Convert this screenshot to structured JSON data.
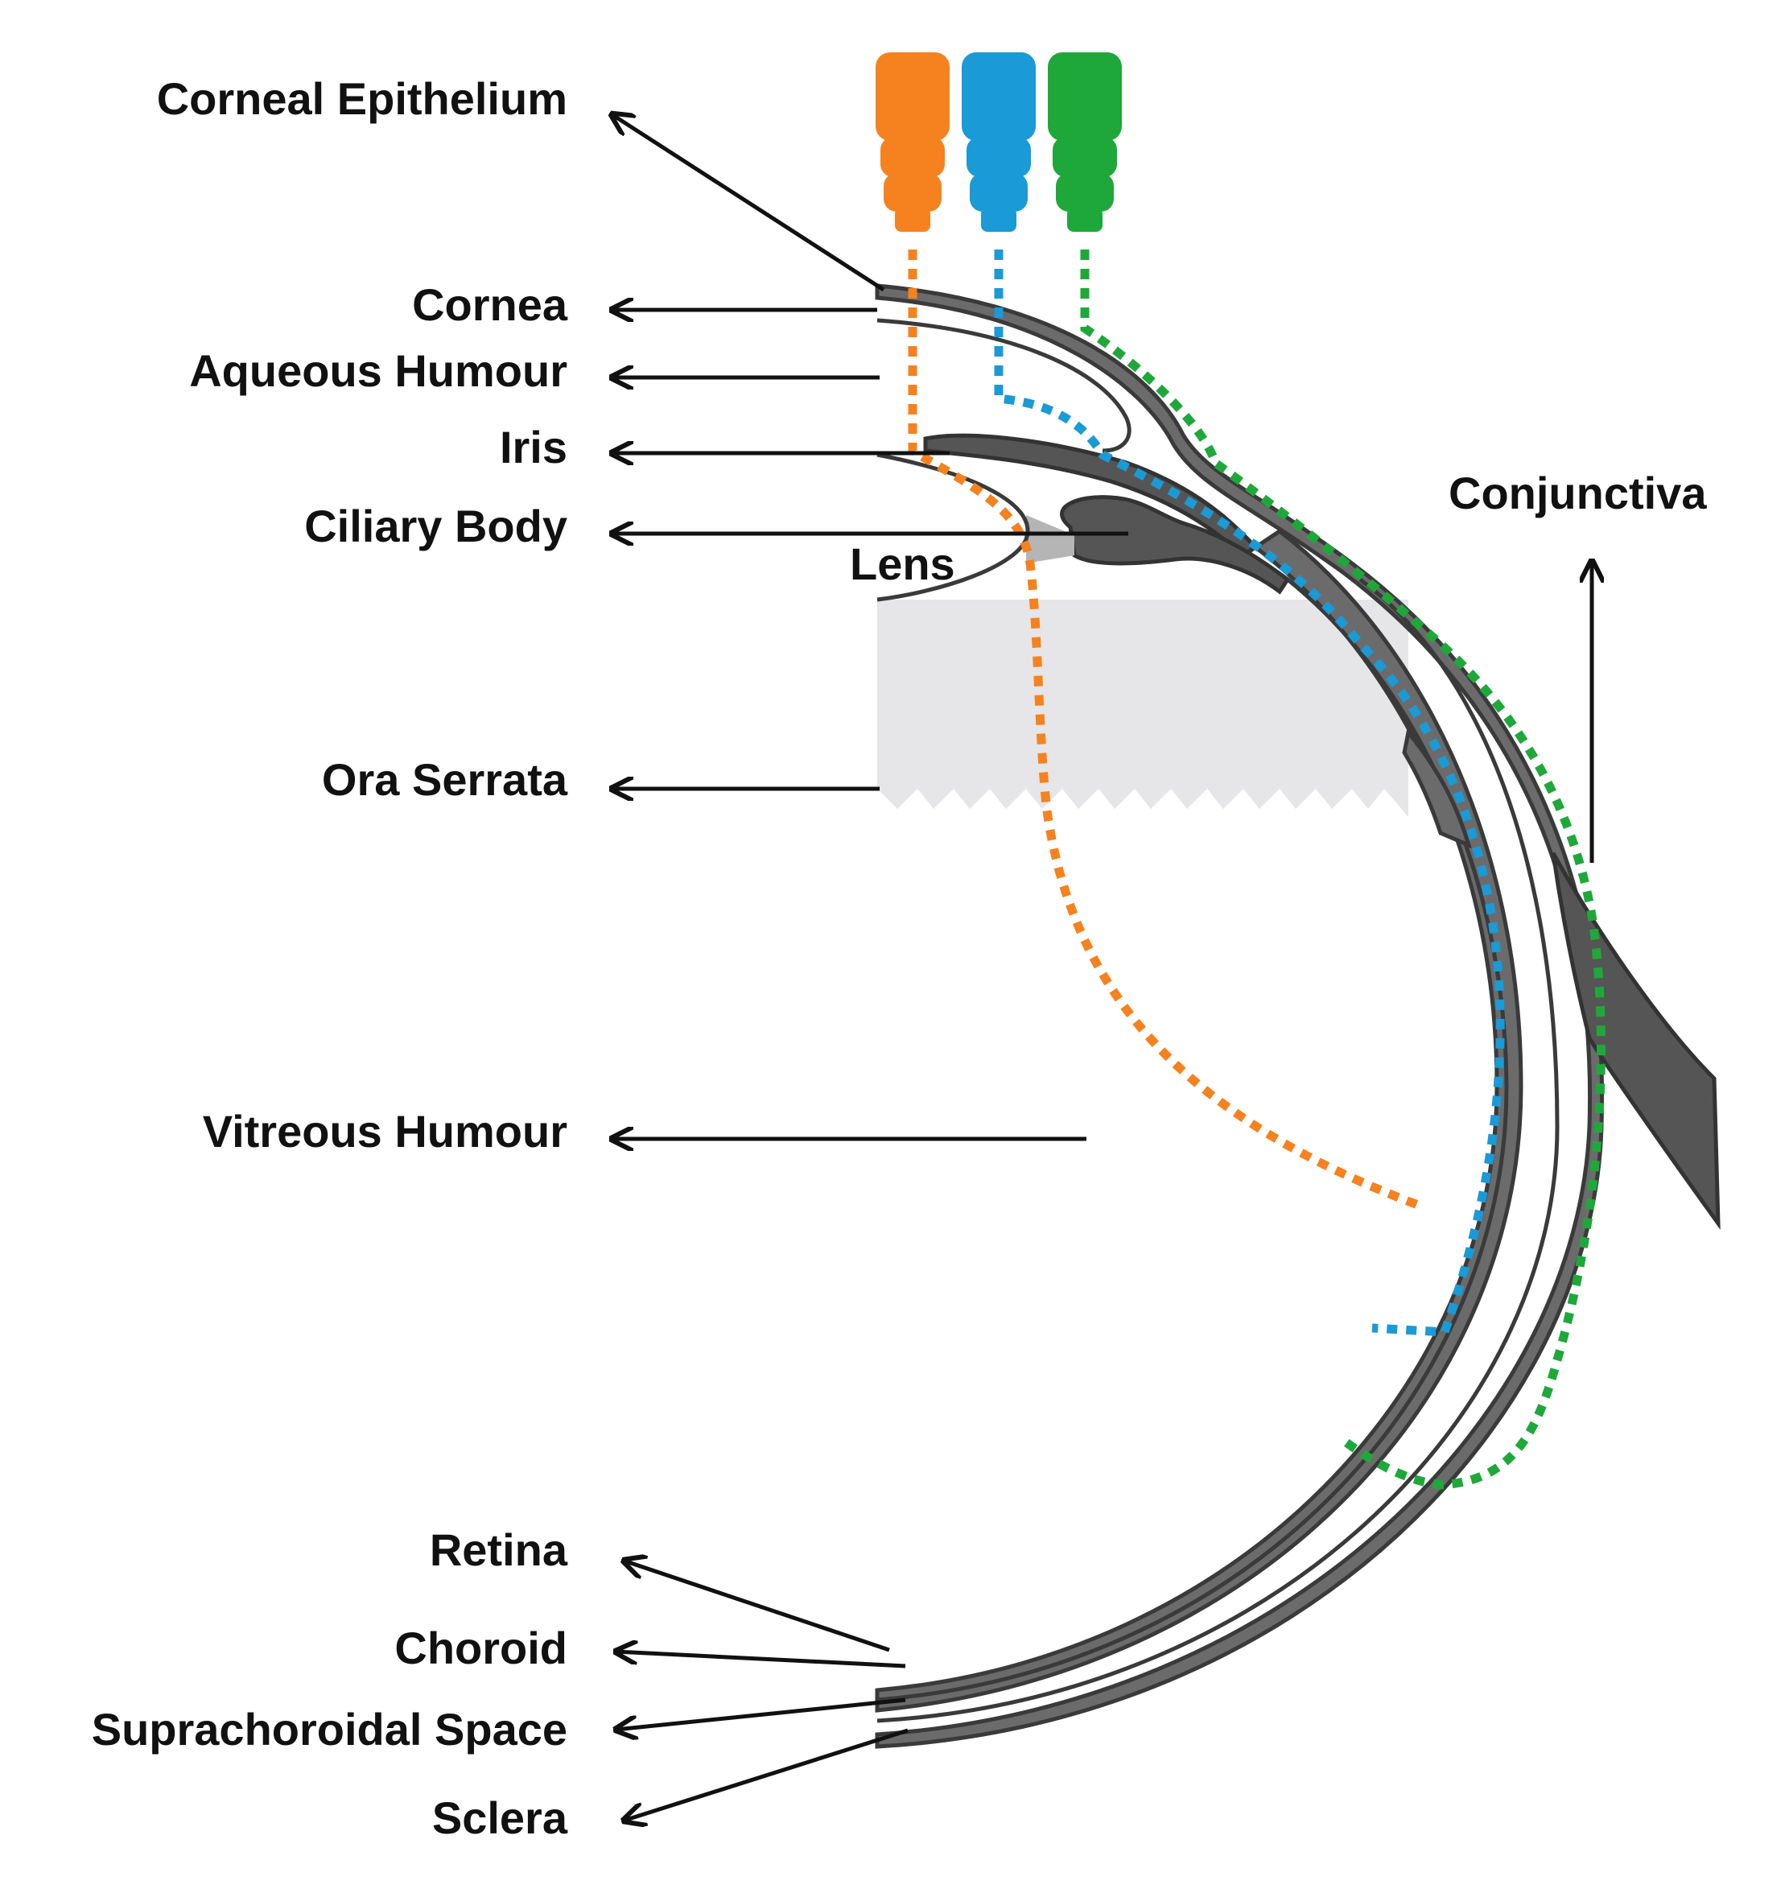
{
  "labels": {
    "corneal_epithelium": "Corneal Epithelium",
    "cornea": "Cornea",
    "aqueous_humour": "Aqueous Humour",
    "iris": "Iris",
    "ciliary_body": "Ciliary Body",
    "lens": "Lens",
    "ora_serrata": "Ora Serrata",
    "vitreous_humour": "Vitreous Humour",
    "conjunctiva": "Conjunctiva",
    "retina": "Retina",
    "choroid": "Choroid",
    "suprachoroidal_space": "Suprachoroidal Space",
    "sclera": "Sclera"
  },
  "colors": {
    "route_orange": "#f5821f",
    "route_blue": "#1a9ad6",
    "route_green": "#1fa83a",
    "tissue_gray": "#6b6b6b",
    "vitreous_gray": "#e6e5e7"
  }
}
